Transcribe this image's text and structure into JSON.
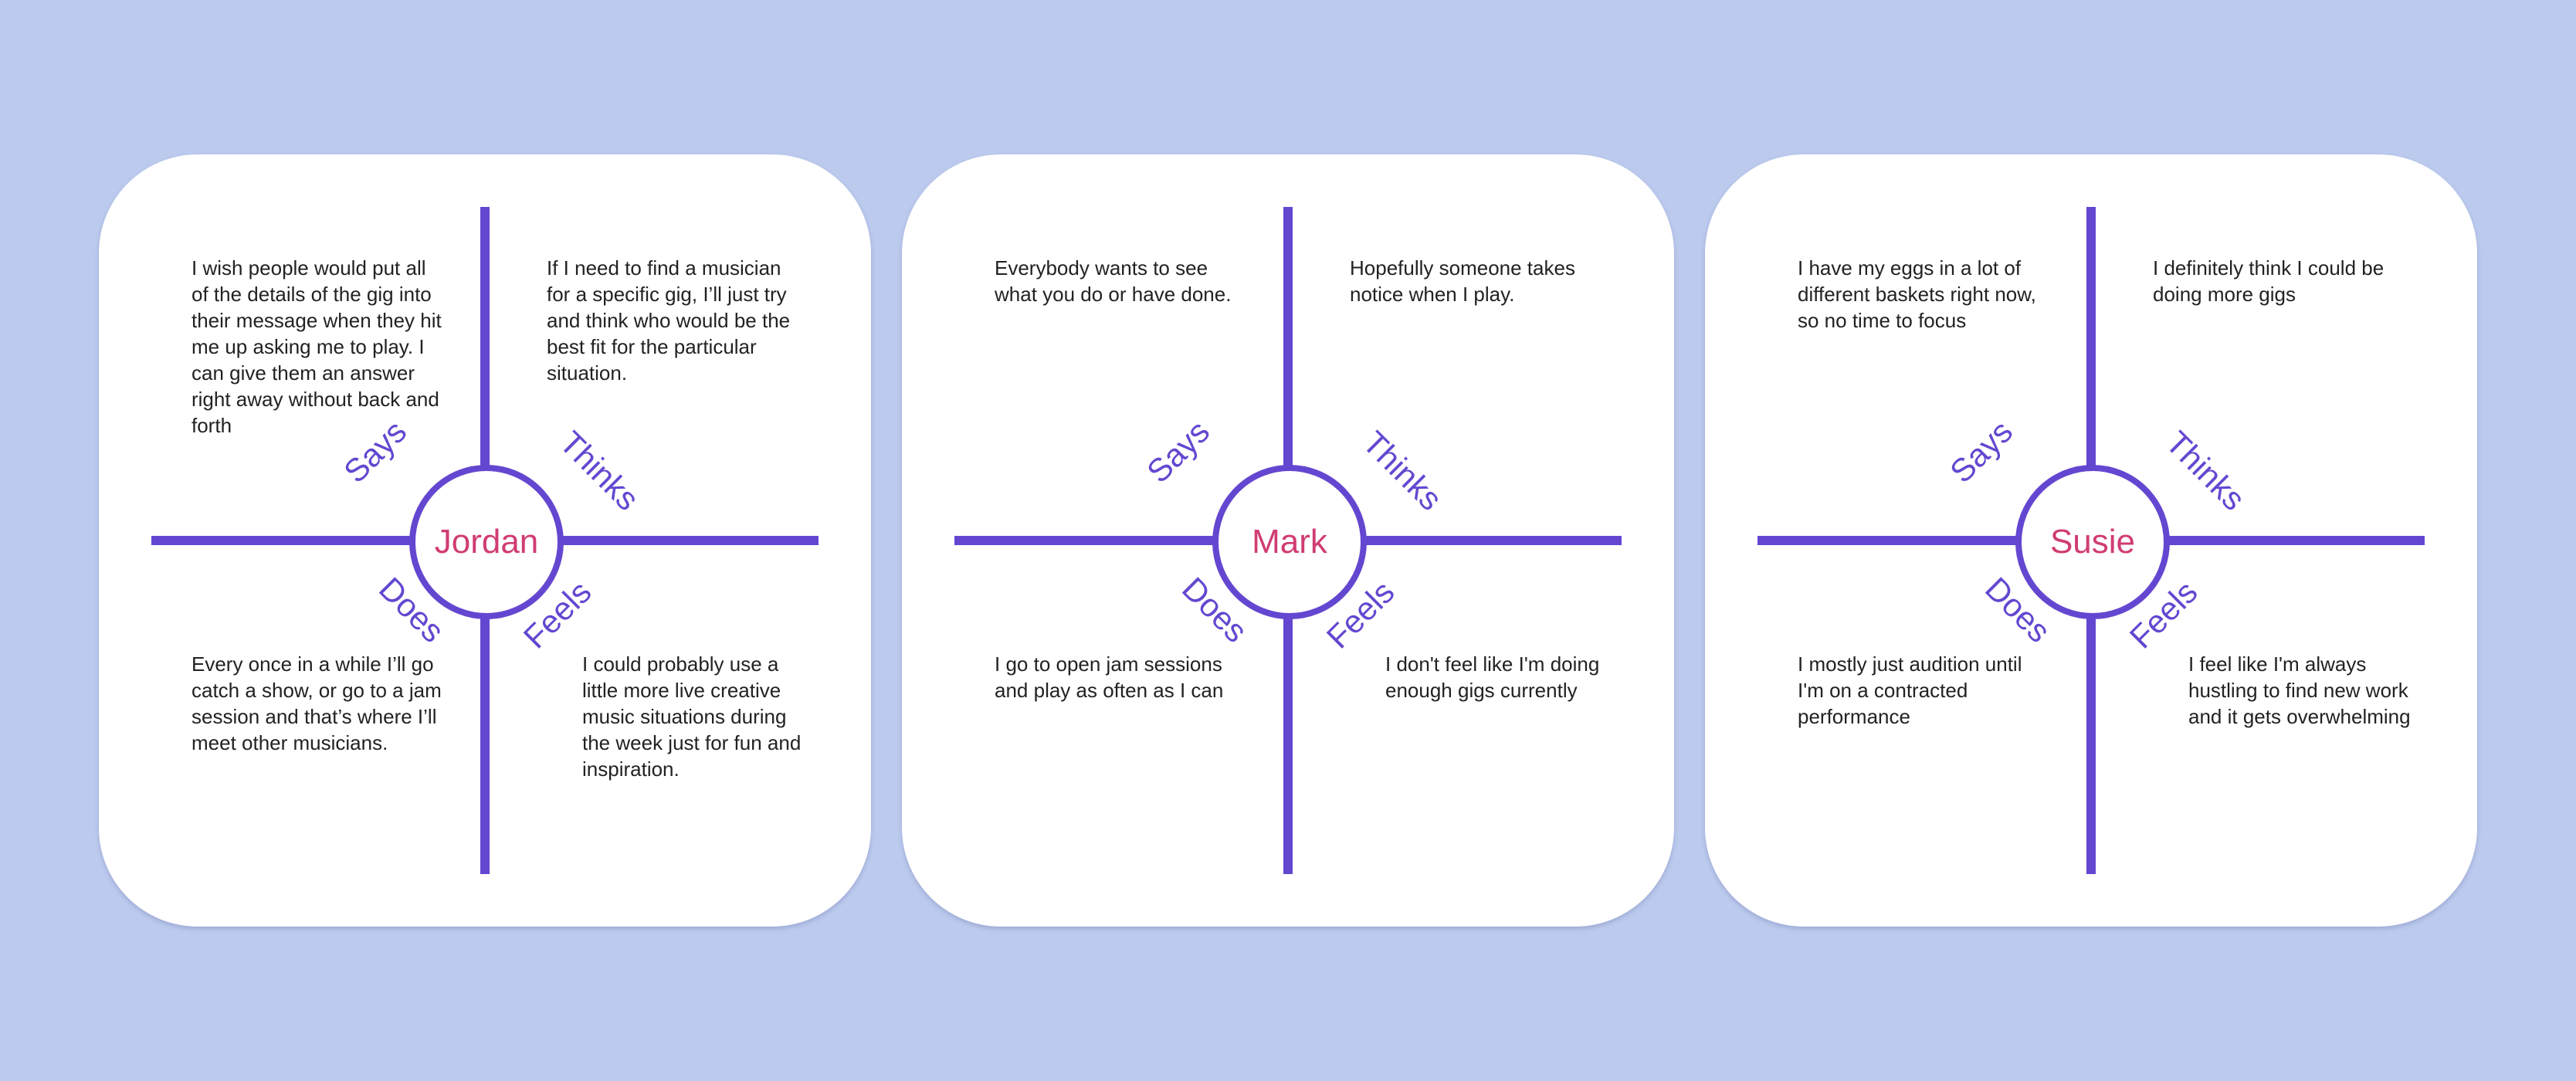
{
  "colors": {
    "background": "#bccaee",
    "card": "#ffffff",
    "line": "#6447d0",
    "persona_name": "#d03c73",
    "quadrant_label": "#6447d0",
    "note_text": "#222222"
  },
  "quadrant_labels": {
    "says": "Says",
    "thinks": "Thinks",
    "does": "Does",
    "feels": "Feels"
  },
  "cards": [
    {
      "name": "Jordan",
      "says": "I wish people would put all of the details of the gig into their message when they hit me up asking me to play. I can give them an answer right away without back and forth",
      "thinks": "If I need to find a musician for a specific gig, I’ll just try and think who would be the best fit for the particular situation.",
      "does": "Every once in a while I’ll go catch a show, or go to a jam session and that’s where I’ll meet other musicians.",
      "feels": "I could probably use a little more live creative music situations during the week just for fun and inspiration."
    },
    {
      "name": "Mark",
      "says": "Everybody wants to see what you do or have done.",
      "thinks": "Hopefully someone takes notice when I play.",
      "does": "I go to open jam sessions and play as often as I can",
      "feels": "I don't feel like I'm doing enough gigs currently"
    },
    {
      "name": "Susie",
      "says": "I have my eggs in a lot of different baskets right now, so no time to focus",
      "thinks": "I definitely think I could be doing more gigs",
      "does": "I mostly just audition until I'm on a contracted performance",
      "feels": "I feel like I'm always hustling to find new work and it gets overwhelming"
    }
  ]
}
